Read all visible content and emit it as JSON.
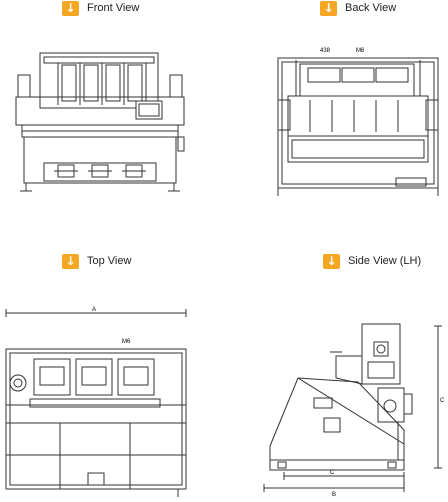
{
  "headers": {
    "front": {
      "label": "Front View",
      "icon": "arrow-down-icon"
    },
    "back": {
      "label": "Back View",
      "icon": "arrow-down-icon"
    },
    "top": {
      "label": "Top View",
      "icon": "arrow-down-icon"
    },
    "side": {
      "label": "Side View (LH)",
      "icon": "arrow-down-icon"
    }
  },
  "annotations": {
    "back_dim": "438",
    "back_bolt": "M6",
    "top_width": "A",
    "top_bolt": "M6",
    "side_height": "C",
    "side_depth": "C",
    "side_total": "B"
  },
  "colors": {
    "accent": "#f5a623",
    "line": "#333333"
  }
}
